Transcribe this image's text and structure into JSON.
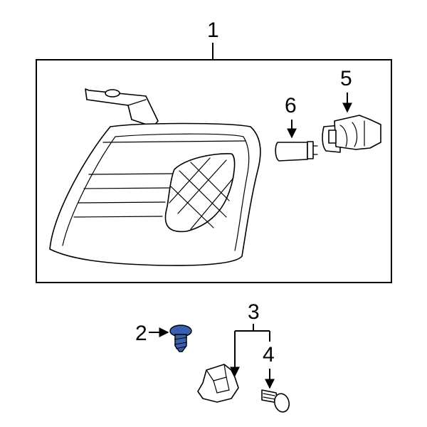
{
  "callouts": {
    "c1": "1",
    "c2": "2",
    "c3": "3",
    "c4": "4",
    "c5": "5",
    "c6": "6"
  },
  "colors": {
    "highlight_part": "#3a5fb0",
    "line": "#000000",
    "background": "#ffffff"
  }
}
